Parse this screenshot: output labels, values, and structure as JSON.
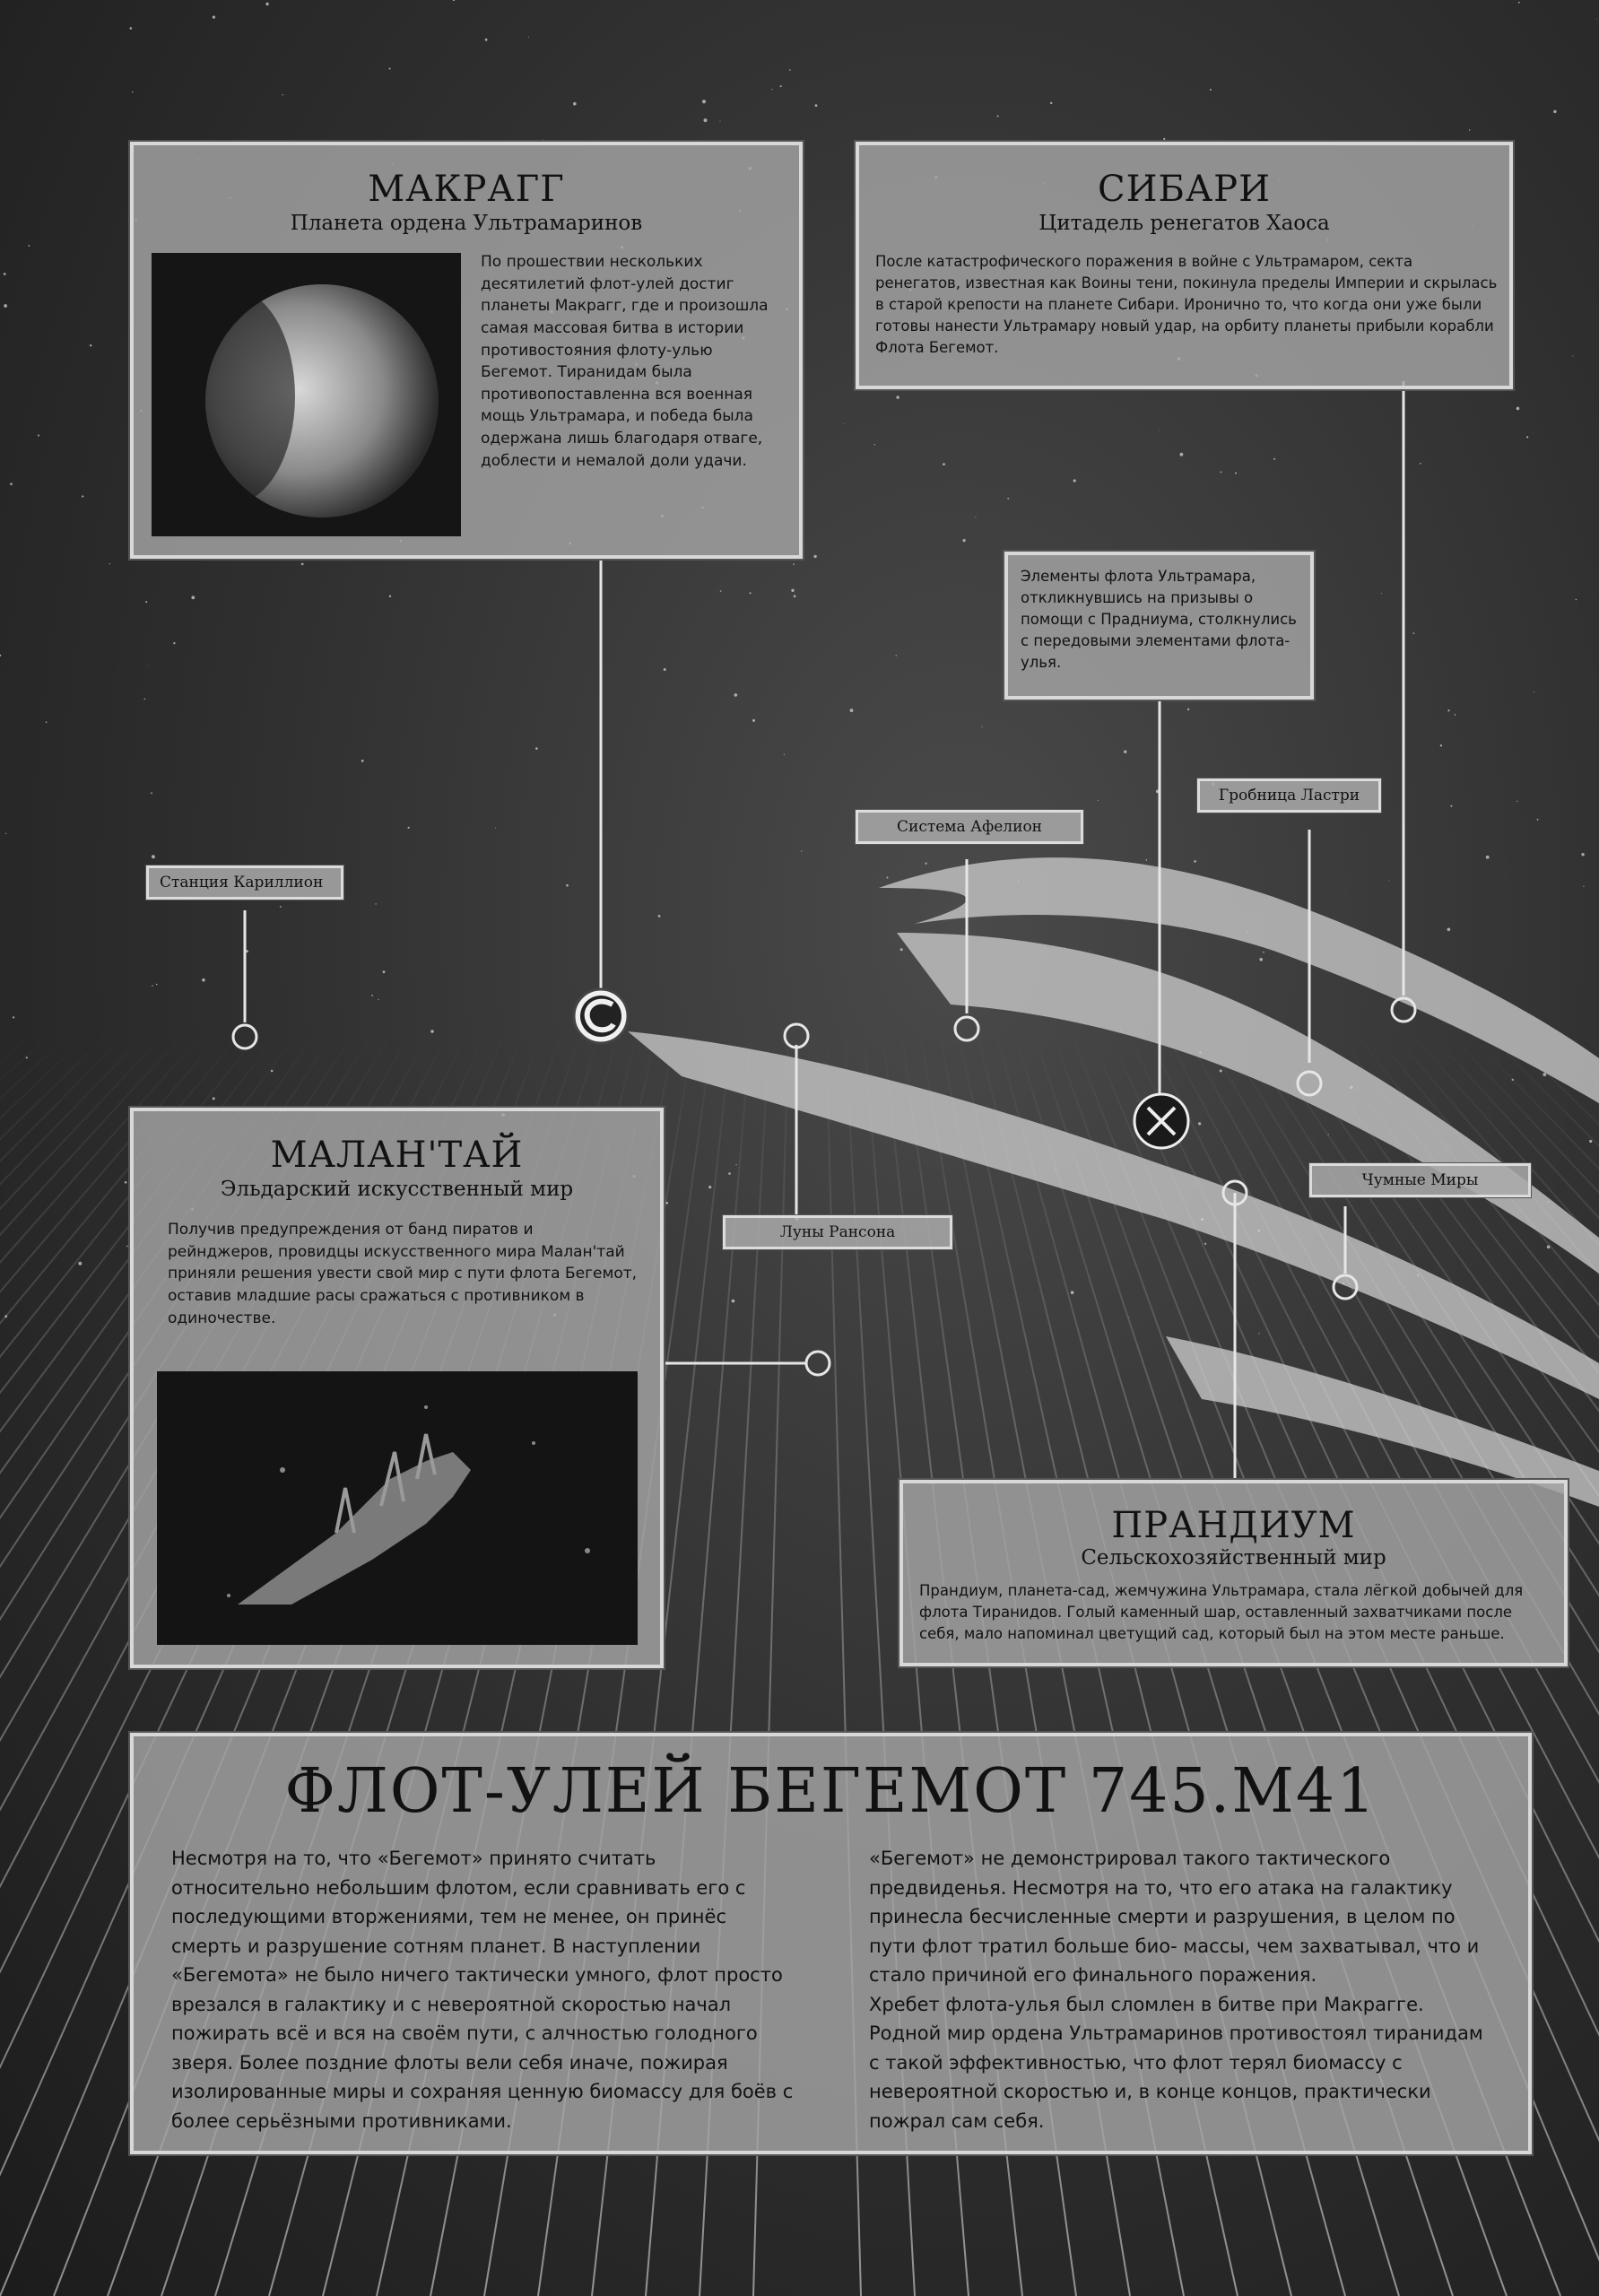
{
  "panels": {
    "makragg": {
      "title": "МАКРАГГ",
      "subtitle": "Планета ордена Ультрамаринов",
      "text": "По прошествии нескольких десятилетий флот-улей достиг планеты Макрагг, где и произошла самая массовая битва в истории противостояния флоту-улью Бегемот. Тиранидам была противопоставленна вся военная мощь Ультрамара, и победа была одержана лишь благодаря отваге, доблести и немалой доли удачи."
    },
    "sibari": {
      "title": "СИБАРИ",
      "subtitle": "Цитадель ренегатов Хаоса",
      "text": "После катастрофического поражения в войне с Ультрамаром, секта ренегатов, известная как Воины тени, покинула пределы Империи и скрылась в старой крепости на планете Сибари. Иронично то, что когда они уже были готовы нанести Ультрамару новый удар, на орбиту планеты прибыли корабли Флота Бегемот."
    },
    "fleet_note": {
      "text": "Элементы флота Ультрамара, откликнувшись на призывы о помощи с Прадниума, столкнулись с передовыми элементами флота-улья."
    },
    "malantai": {
      "title": "МАЛАН'ТАЙ",
      "subtitle": "Эльдарский искусственный мир",
      "text": "Получив предупреждения от банд пиратов и рейнджеров, провидцы искусственного мира Малан'тай приняли решения увести свой мир с пути флота Бегемот, оставив младшие расы сражаться с противником в одиночестве."
    },
    "prandium": {
      "title": "ПРАНДИУМ",
      "subtitle": "Сельскохозяйственный мир",
      "text": "Прандиум, планета-сад, жемчужина Ультрамара, стала лёгкой добычей для флота Тиранидов. Голый каменный шар, оставленный захватчиками после себя, мало напоминал цветущий сад, который был на этом месте раньше."
    }
  },
  "labels": {
    "karillon": "Станция Кариллион",
    "afelion": "Система Афелион",
    "lastri": "Гробница Ластри",
    "ransona": "Луны Рансона",
    "plague": "Чумные Миры"
  },
  "bottom": {
    "title": "ФЛОТ-УЛЕЙ БЕГЕМОТ 745.M41",
    "col1": "Несмотря на то, что «Бегемот» принято считать относительно небольшим флотом, если сравнивать его с последующими вторжениями, тем не менее, он принёс смерть и разрушение сотням планет. В наступлении «Бегемота» не было ничего тактически умного, флот просто врезался в галактику и с невероятной скоростью начал пожирать всё и вся на своём пути, с алчностью голодного зверя. Более поздние флоты вели себя иначе, пожирая изолированные миры и сохраняя ценную биомассу для боёв с более серьёзными противниками.",
    "col2a": "«Бегемот» не демонстрировал такого тактического предвиденья. Несмотря на то, что его атака на галактику принесла бесчисленные смерти и разрушения, в целом по пути флот тратил больше био- массы, чем захватывал, что и стало причиной его финального поражения.",
    "col2b": "Хребет флота-улья был сломлен в битве при Макрагге. Родной мир ордена Ультрамаринов противостоял тиранидам с такой эффективностью, что флот терял биомассу с невероятной скоростью и, в конце концов, практически пожрал сам себя."
  },
  "icons": {
    "ultramarines_marker": "ultramarines-emblem-icon",
    "battle_marker": "crossed-swords-icon"
  }
}
